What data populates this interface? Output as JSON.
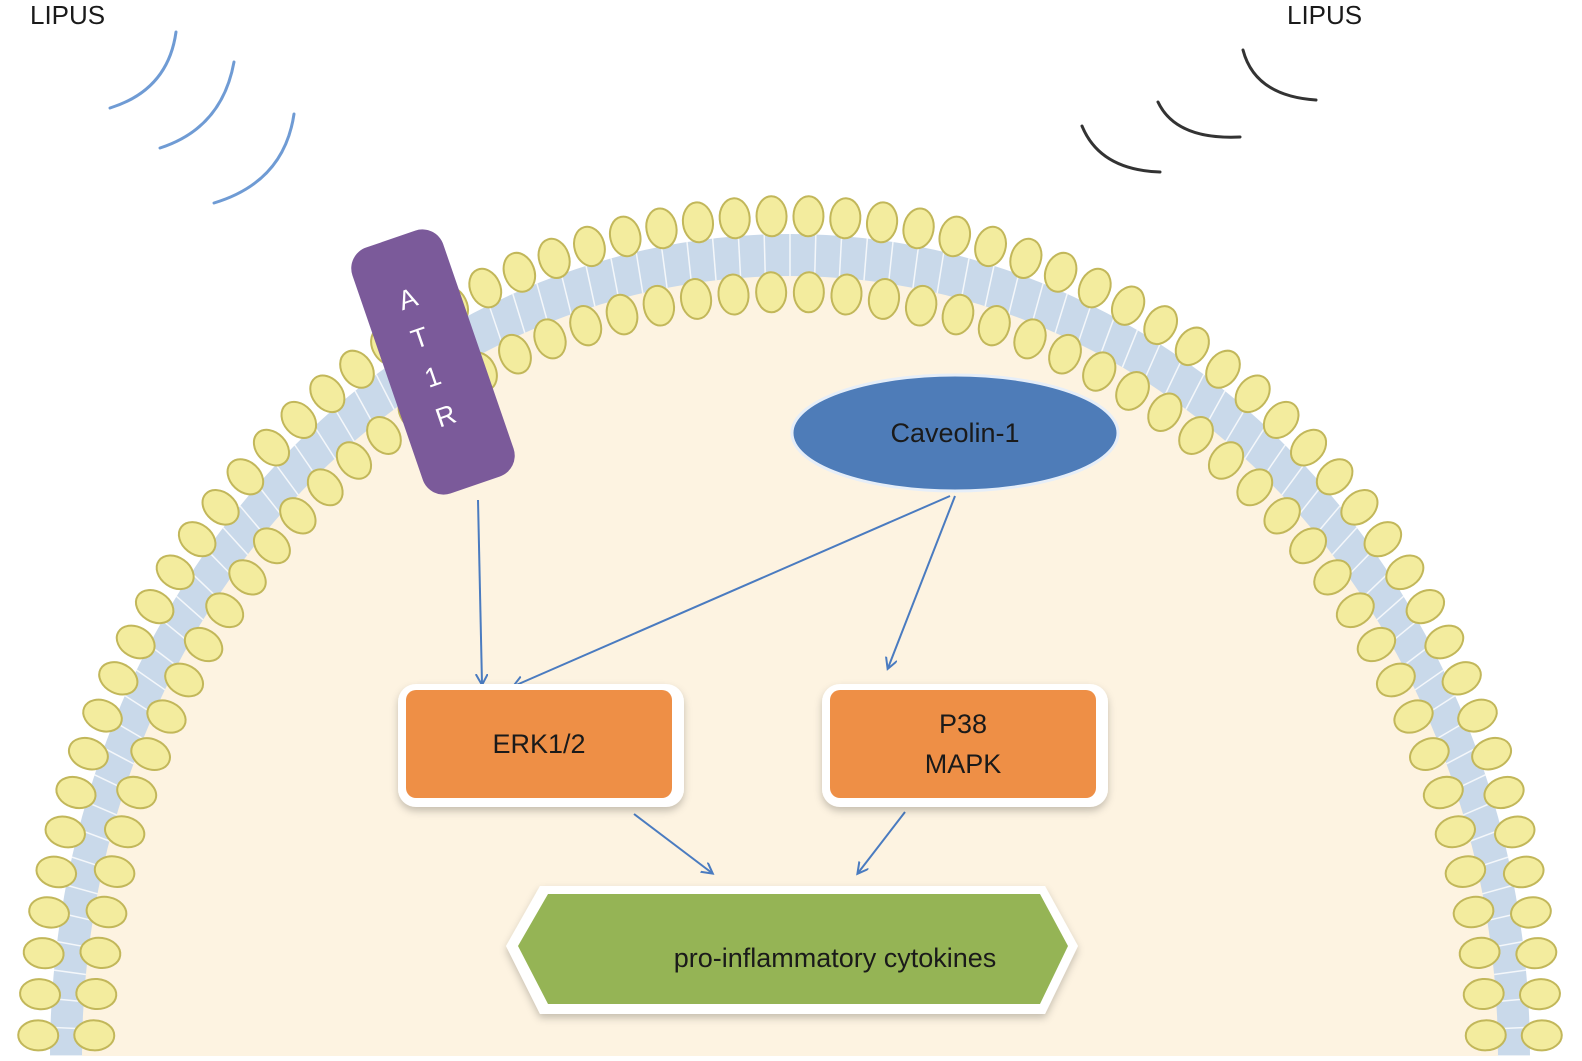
{
  "labels": {
    "lipus_left": "LIPUS",
    "lipus_right": "LIPUS",
    "receptor": [
      "A",
      "T",
      "1",
      "R"
    ],
    "caveolin": "Caveolin-1",
    "erk": "ERK1/2",
    "p38_line1": "P38",
    "p38_line2": "MAPK",
    "cytokines": "pro-inflammatory cytokines"
  },
  "colors": {
    "membrane_head_fill": "#f3ec9e",
    "membrane_head_stroke": "#c2b75a",
    "membrane_tail": "#c9d9ea",
    "cytoplasm": "#fdf3e1",
    "receptor": "#7b5a9a",
    "caveolin": "#4e7cb8",
    "kinase_box": "#ee8f46",
    "cytokine_box": "#95b455",
    "arrow": "#4a7bc0",
    "wave_left": "#6f9bd4",
    "wave_right": "#333333"
  }
}
